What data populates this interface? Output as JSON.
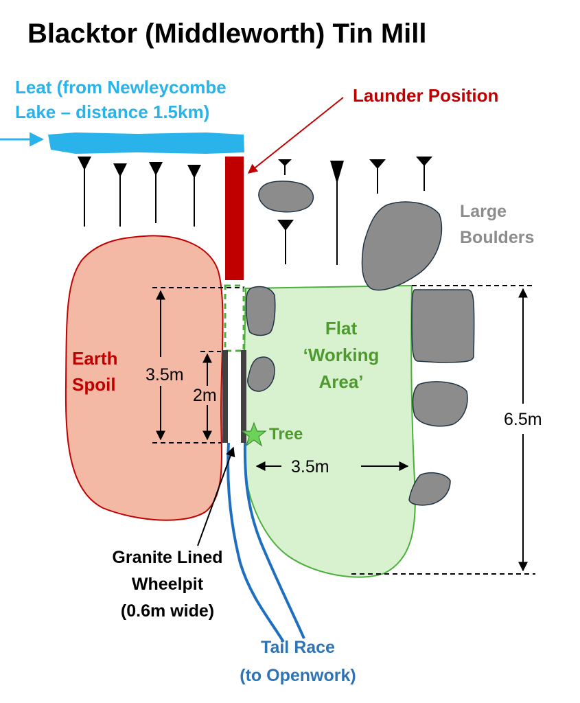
{
  "title": "Blacktor (Middleworth) Tin Mill",
  "labels": {
    "leat_line1": "Leat (from Newleycombe",
    "leat_line2": "Lake – distance 1.5km)",
    "launder": "Launder Position",
    "boulders_line1": "Large",
    "boulders_line2": "Boulders",
    "spoil_line1": "Earth",
    "spoil_line2": "Spoil",
    "flat_line1": "Flat",
    "flat_line2": "‘Working",
    "flat_line3": "Area’",
    "tree": "Tree",
    "wheelpit_line1": "Granite Lined",
    "wheelpit_line2": "Wheelpit",
    "wheelpit_line3": "(0.6m wide)",
    "tailrace_line1": "Tail Race",
    "tailrace_line2": "(to Openwork)"
  },
  "dimensions": {
    "wheelpit_length": "3.5m",
    "wheelpit_depth": "2m",
    "area_width": "3.5m",
    "area_length": "6.5m"
  },
  "colors": {
    "leat": "#29b3ea",
    "launder": "#c00000",
    "spoil_fill": "#f4b9a4",
    "spoil_stroke": "#c00000",
    "area_fill": "#d8f2d0",
    "area_stroke": "#4caf3c",
    "boulder_fill": "#8c8c8c",
    "boulder_stroke": "#1f3344",
    "tail_race": "#1e6fc0",
    "label_blue": "#2e74b5",
    "label_green": "#4e9a2f",
    "label_grey": "#8c8c8c",
    "tree": "#6dd25a"
  },
  "icons": {
    "tree": "star-icon",
    "vegetation": "tree-symbol-icon"
  }
}
